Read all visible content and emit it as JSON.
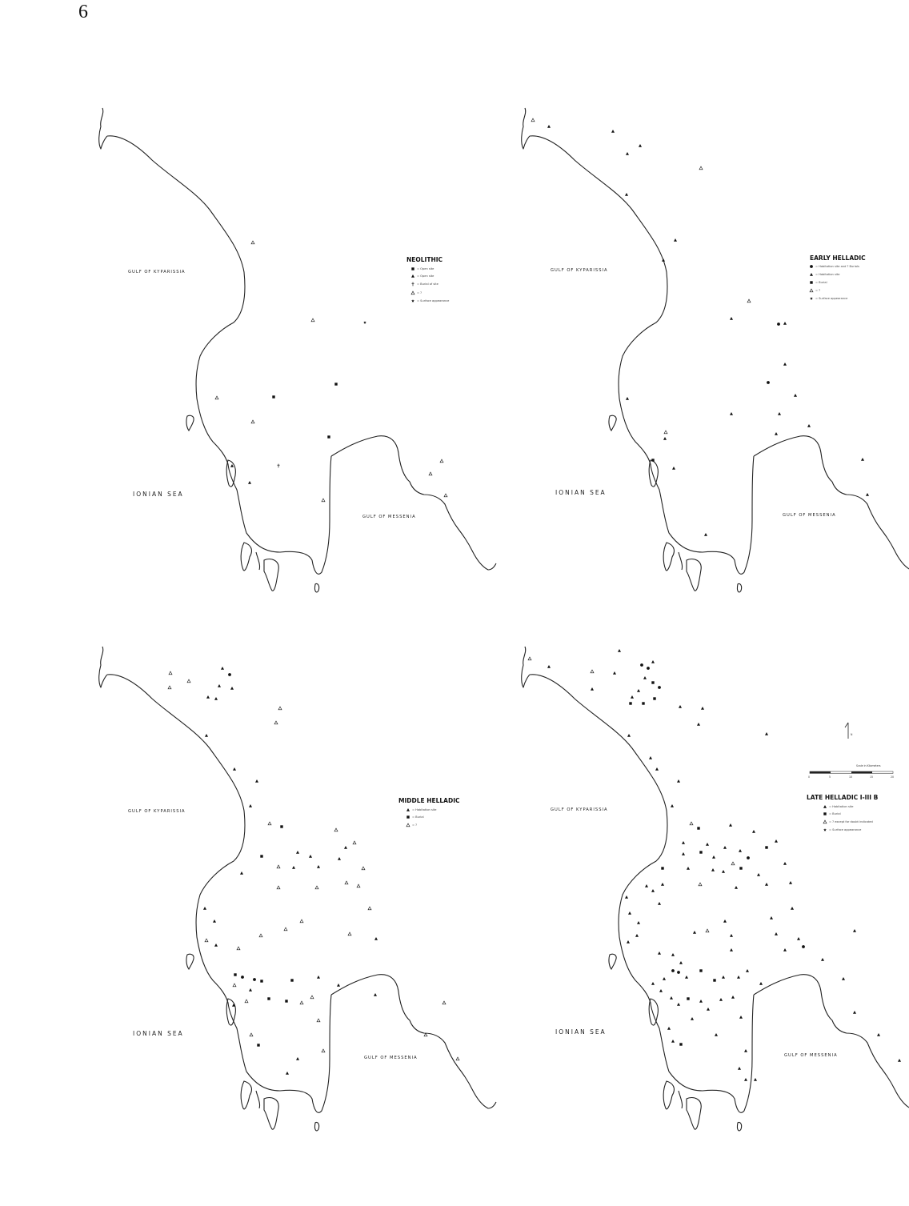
{
  "page": {
    "number": "6"
  },
  "maps": [
    {
      "id": "neolithic",
      "legend": {
        "title": "NEOLITHIC",
        "items": [
          {
            "symbol": "square",
            "label": "= Open site"
          },
          {
            "symbol": "triangle",
            "label": "= Open site"
          },
          {
            "symbol": "cross",
            "label": "= Burial of site"
          },
          {
            "symbol": "open",
            "label": "= ?"
          },
          {
            "symbol": "star",
            "label": "= Surface appearance"
          }
        ]
      },
      "labels": {
        "sea": "IONIAN SEA",
        "gulf_west": "GULF OF KYPARISSIA",
        "gulf_south": "GULF OF MESSENIA"
      }
    },
    {
      "id": "early-helladic",
      "legend": {
        "title": "EARLY HELLADIC",
        "items": [
          {
            "symbol": "circle",
            "label": "= Habitation site and ? Burials"
          },
          {
            "symbol": "triangle",
            "label": "= Habitation site"
          },
          {
            "symbol": "square",
            "label": "= Burial"
          },
          {
            "symbol": "open",
            "label": "= ?"
          },
          {
            "symbol": "star",
            "label": "= Surface appearance"
          }
        ]
      },
      "labels": {
        "sea": "IONIAN SEA",
        "gulf_west": "GULF OF KYPARISSIA",
        "gulf_south": "GULF OF MESSENIA"
      }
    },
    {
      "id": "middle-helladic",
      "legend": {
        "title": "MIDDLE HELLADIC",
        "items": [
          {
            "symbol": "triangle",
            "label": "= Habitation site"
          },
          {
            "symbol": "square",
            "label": "= Burial"
          },
          {
            "symbol": "open",
            "label": "= ?"
          }
        ]
      },
      "labels": {
        "sea": "IONIAN SEA",
        "gulf_west": "GULF OF KYPARISSIA",
        "gulf_south": "GULF OF MESSENIA"
      }
    },
    {
      "id": "late-helladic",
      "legend": {
        "title": "LATE HELLADIC I-III B",
        "items": [
          {
            "symbol": "triangle",
            "label": "= Habitation site"
          },
          {
            "symbol": "square",
            "label": "= Burial"
          },
          {
            "symbol": "open",
            "label": "= ? except for doubt indicated"
          },
          {
            "symbol": "star",
            "label": "= Surface appearance"
          }
        ]
      },
      "labels": {
        "sea": "IONIAN SEA",
        "gulf_west": "GULF OF KYPARISSIA",
        "gulf_south": "GULF OF MESSENIA"
      },
      "scale": {
        "caption": "Scale in Kilometers",
        "ticks": [
          "0",
          "5",
          "10",
          "15",
          "20"
        ]
      },
      "north": {
        "label": "N"
      }
    }
  ],
  "colors": {
    "ink": "#222222",
    "paper": "#ffffff"
  }
}
